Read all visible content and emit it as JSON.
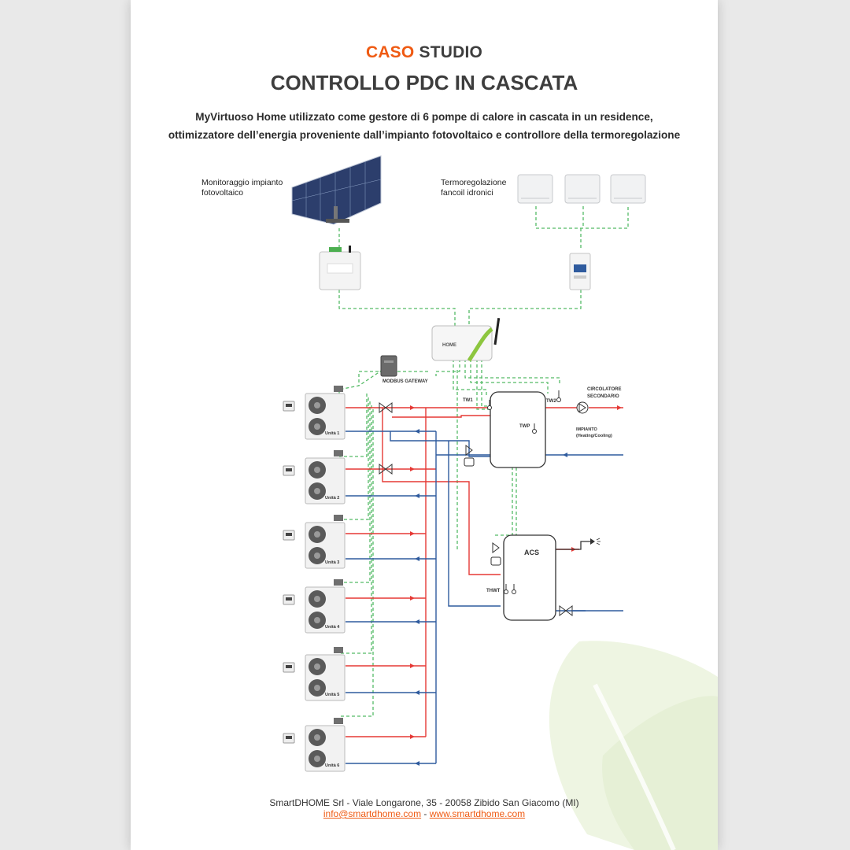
{
  "header": {
    "kicker_accent": "CASO",
    "kicker_rest": "STUDIO",
    "title": "CONTROLLO PDC IN CASCATA",
    "subtitle": "MyVirtuoso Home utilizzato come gestore di 6 pompe di calore in cascata in un residence, ottimizzatore dell’energia proveniente dall’impianto fotovoltaico e controllore della termoregolazione"
  },
  "diagram": {
    "pv_label": "Monitoraggio impianto fotovoltaico",
    "fancoil_label": "Termoregolazione fancoil idronici",
    "gateway_label": "MODBUS GATEWAY",
    "circulator_label": "CIRCOLATORE SECONDARIO",
    "plant_label": "IMPIANTO (Heating/Cooling)",
    "tw1": "TW1",
    "tw2": "TW2",
    "twp": "TWP",
    "thwt": "THWT",
    "acs": "ACS",
    "units": [
      "Unità 1",
      "Unità 2",
      "Unità 3",
      "Unità 4",
      "Unità 5",
      "Unità 6"
    ]
  },
  "footer": {
    "address": "SmartDHOME Srl - Viale Longarone, 35 - 20058 Zibido San Giacomo (MI)",
    "email": "info@smartdhome.com",
    "separator": " - ",
    "website": "www.smartdhome.com"
  },
  "colors": {
    "accent": "#ef5a12",
    "hot_pipe": "#e53935",
    "cold_pipe": "#2f5b9e",
    "data_link": "#55bb66",
    "leaf": "#eef5e2"
  }
}
